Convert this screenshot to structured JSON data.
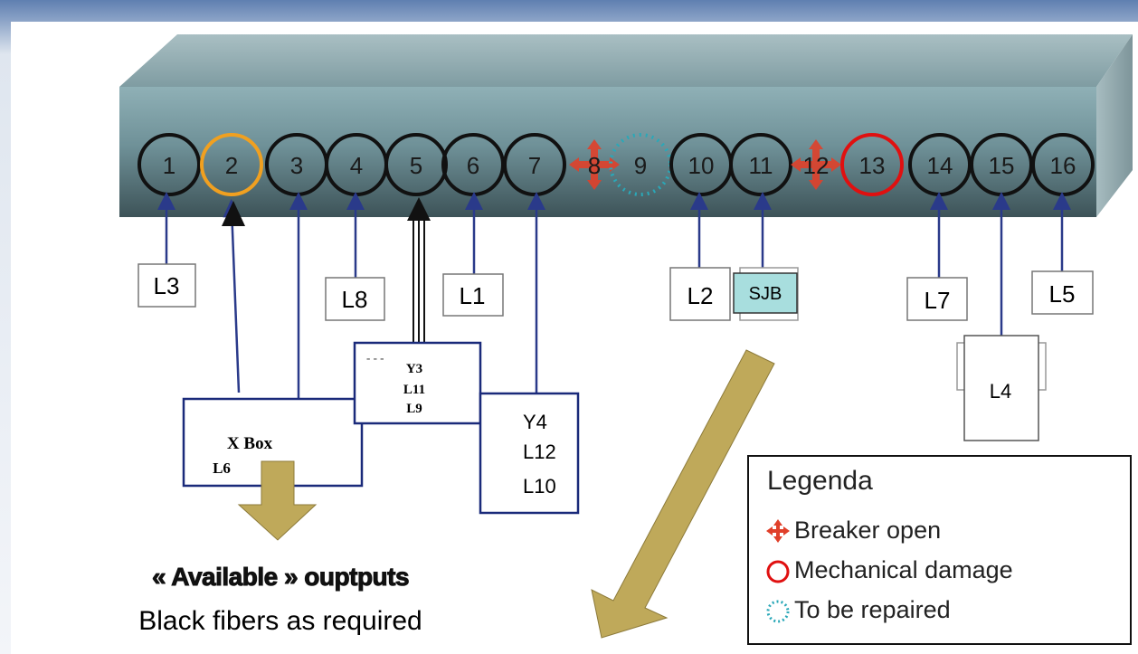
{
  "ports": [
    {
      "num": "1",
      "status": "normal"
    },
    {
      "num": "2",
      "status": "highlight"
    },
    {
      "num": "3",
      "status": "normal"
    },
    {
      "num": "4",
      "status": "normal"
    },
    {
      "num": "5",
      "status": "normal"
    },
    {
      "num": "6",
      "status": "normal"
    },
    {
      "num": "7",
      "status": "normal"
    },
    {
      "num": "8",
      "status": "breaker-open"
    },
    {
      "num": "9",
      "status": "to-be-repaired"
    },
    {
      "num": "10",
      "status": "normal"
    },
    {
      "num": "11",
      "status": "normal"
    },
    {
      "num": "12",
      "status": "breaker-open"
    },
    {
      "num": "13",
      "status": "mechanical-damage"
    },
    {
      "num": "14",
      "status": "normal"
    },
    {
      "num": "15",
      "status": "normal"
    },
    {
      "num": "16",
      "status": "normal"
    }
  ],
  "labels": {
    "L3": "L3",
    "L8": "L8",
    "L1": "L1",
    "L2": "L2",
    "SJB": "SJB",
    "L7": "L7",
    "L5": "L5",
    "L4": "L4"
  },
  "xbox": {
    "title": "X Box",
    "sub": "L6"
  },
  "ybox1": {
    "lines": [
      "Y3",
      "L11",
      "L9"
    ]
  },
  "ybox2": {
    "lines": [
      "Y4",
      "L12",
      "L10"
    ]
  },
  "caption": {
    "line1": "« Available » ouptputs",
    "line2": "Black fibers as required"
  },
  "legend": {
    "title": "Legenda",
    "items": [
      {
        "icon": "breaker-cross-icon",
        "text": "Breaker open"
      },
      {
        "icon": "red-circle-icon",
        "text": "Mechanical damage"
      },
      {
        "icon": "dotted-circle-icon",
        "text": "To be repaired"
      }
    ]
  },
  "colors": {
    "port_ring": "#111111",
    "highlight_ring": "#f0a020",
    "damage_ring": "#e01010",
    "repair_ring": "#2aa8b8",
    "breaker": "#e0402a",
    "connector": "#2a3a8a",
    "big_arrow": "#bfa95a",
    "bar_top": "#8fa9ad",
    "sjb_fill": "#a8dede"
  }
}
